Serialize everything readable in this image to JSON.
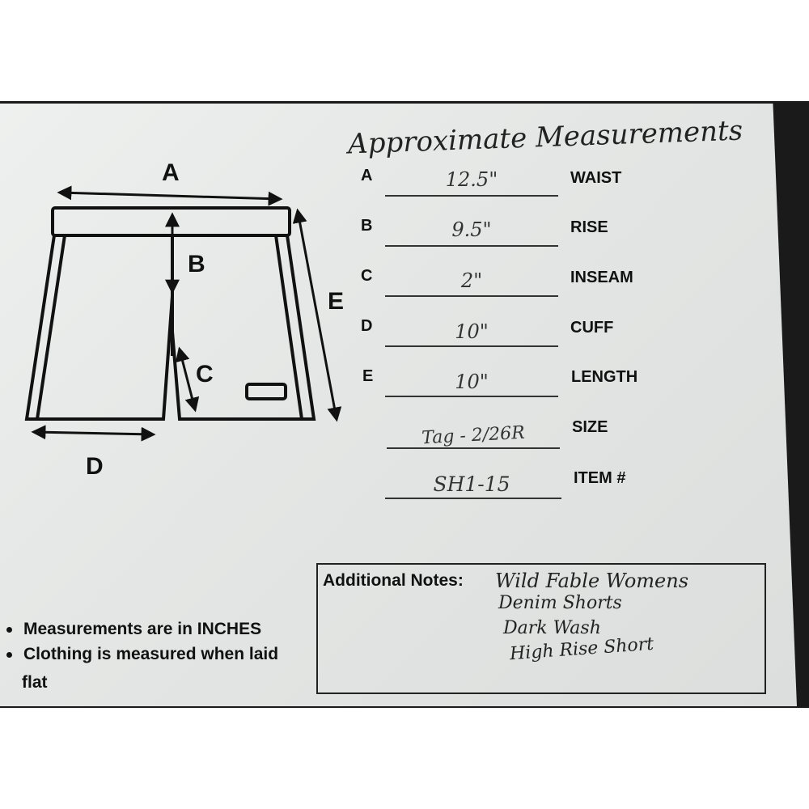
{
  "sheet": {
    "title": "Approximate Measurements",
    "diagram_labels": [
      "A",
      "B",
      "C",
      "D",
      "E"
    ],
    "rows": [
      {
        "letter": "A",
        "value": "12.5\"",
        "label": "WAIST"
      },
      {
        "letter": "B",
        "value": "9.5\"",
        "label": "RISE"
      },
      {
        "letter": "C",
        "value": "2\"",
        "label": "INSEAM"
      },
      {
        "letter": "D",
        "value": "10\"",
        "label": "CUFF"
      },
      {
        "letter": "E",
        "value": "10\"",
        "label": "LENGTH"
      },
      {
        "letter": "",
        "value": "Tag - 2/26R",
        "label": "SIZE"
      },
      {
        "letter": "",
        "value": "SH1-15",
        "label": "ITEM #"
      }
    ],
    "notes": {
      "label": "Additional Notes:",
      "lines": [
        "Wild Fable Womens",
        "Denim Shorts",
        "Dark Wash",
        "High Rise Short"
      ]
    },
    "bullets": [
      "Measurements are in INCHES",
      "Clothing is measured when laid",
      "flat"
    ]
  }
}
